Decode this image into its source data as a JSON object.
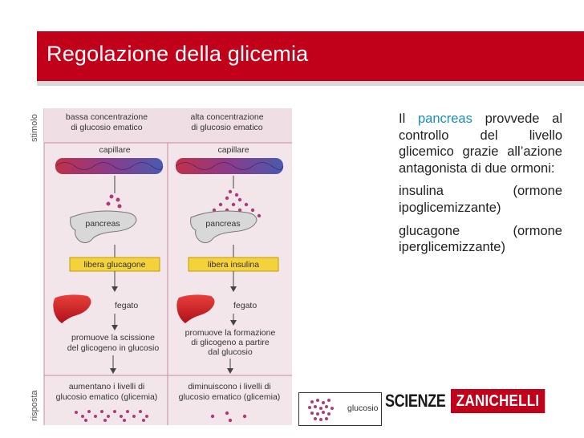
{
  "slide": {
    "title": "Regolazione della glicemia"
  },
  "figure": {
    "row_labels": {
      "stimolo": "stimolo",
      "risposta": "risposta"
    },
    "left": {
      "stimulus": [
        "bassa concentrazione",
        "di glucosio ematico"
      ],
      "capillary": "capillare",
      "organ": "pancreas",
      "action": "libera glucagone",
      "liver": "fegato",
      "effect": [
        "promuove la scissione",
        "del glicogeno in glucosio"
      ],
      "response": [
        "aumentano i livelli di",
        "glucosio ematico (glicemia)"
      ]
    },
    "right": {
      "stimulus": [
        "alta concentrazione",
        "di glucosio ematico"
      ],
      "capillary": "capillare",
      "organ": "pancreas",
      "action": "libera insulina",
      "liver": "fegato",
      "effect": [
        "promuove la formazione",
        "di glicogeno a partire",
        "dal glucosio"
      ],
      "response": [
        "diminuiscono i livelli di",
        "glucosio ematico (glicemia)"
      ]
    },
    "colors": {
      "glucose": "#b03a78",
      "vessel_red": "#c0304a",
      "vessel_blue": "#4a5ab0",
      "action_box": "#f4d23c",
      "liver": "#d8202a"
    }
  },
  "legend": {
    "label": "glucosio"
  },
  "text": {
    "p1_pre": "Il ",
    "p1_hl": "pancreas",
    "p1_post": " provvede al controllo del livello glicemico grazie all’azione antagonista di due ormoni:",
    "p2": "insulina (ormone ipoglicemizzante)",
    "p3": "glucagone (ormone iperglicemizzante)"
  },
  "brand": {
    "scienze": "SCIENZE",
    "publisher": "ZANICHELLI"
  }
}
